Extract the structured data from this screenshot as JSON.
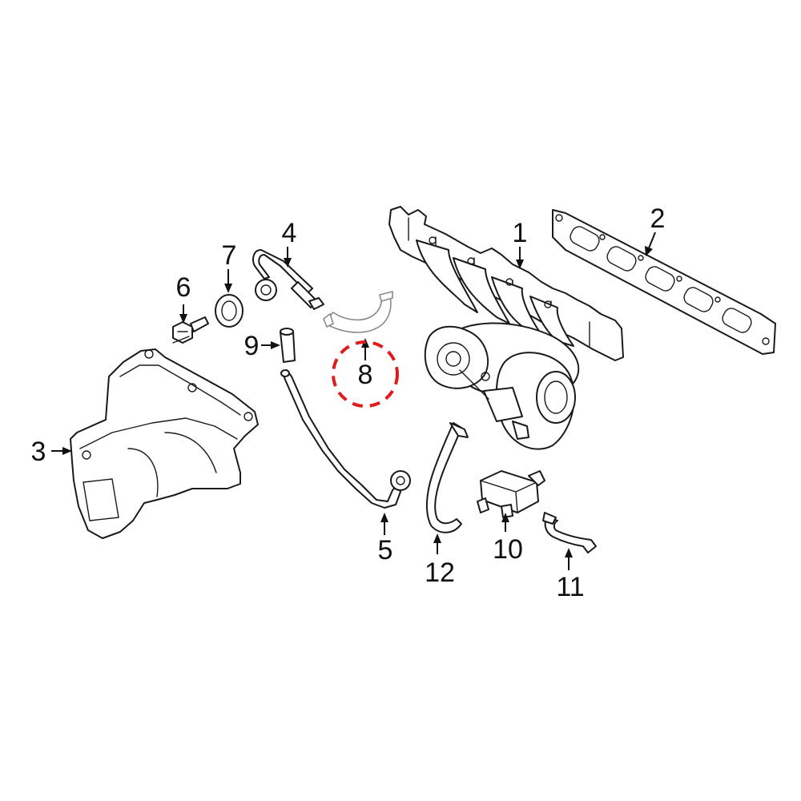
{
  "callouts": {
    "c1": "1",
    "c2": "2",
    "c3": "3",
    "c4": "4",
    "c5": "5",
    "c6": "6",
    "c7": "7",
    "c8": "8",
    "c9": "9",
    "c10": "10",
    "c11": "11",
    "c12": "12"
  },
  "highlight": {
    "callout": "8",
    "color": "#e01b1b"
  }
}
